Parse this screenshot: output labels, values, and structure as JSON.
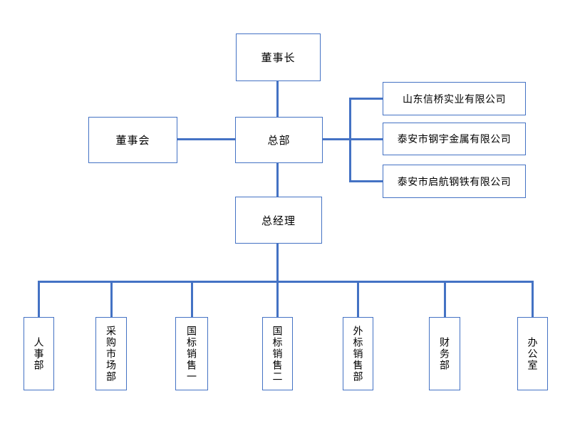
{
  "colors": {
    "line": "#4472C4",
    "border": "#4472C4",
    "text": "#000000",
    "background": "#ffffff"
  },
  "org": {
    "chairman": "董事长",
    "board": "董事会",
    "headquarters": "总部",
    "general_manager": "总经理",
    "companies": [
      "山东信桥实业有限公司",
      "泰安市钢宇金属有限公司",
      "泰安市启航钢铁有限公司"
    ],
    "departments": [
      "人事部",
      "采购市场部",
      "国标销售一",
      "国标销售二",
      "外标销售部",
      "财务部",
      "办公室"
    ]
  }
}
